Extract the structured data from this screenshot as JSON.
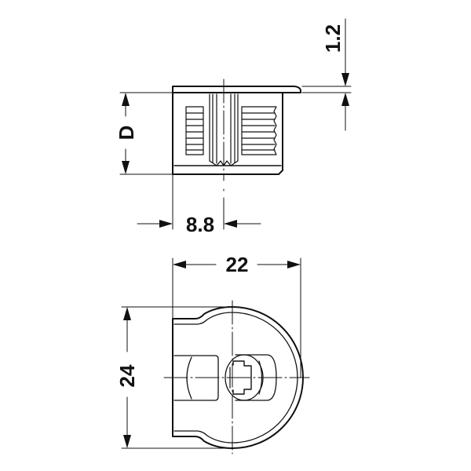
{
  "drawing": {
    "top_view": {
      "dimensions": {
        "depth_label": "D",
        "width_label": "8.8",
        "flange_label": "1.2"
      }
    },
    "bottom_view": {
      "dimensions": {
        "width_label": "22",
        "height_label": "24"
      }
    },
    "colors": {
      "line": "#111111",
      "background": "#ffffff"
    }
  }
}
